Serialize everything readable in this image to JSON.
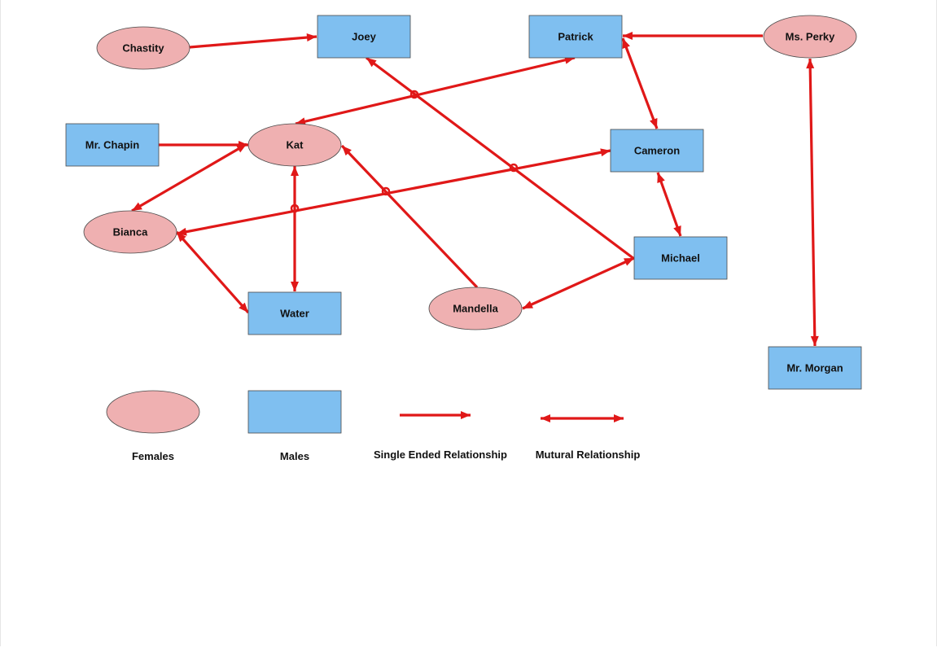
{
  "colors": {
    "female_fill": "#efb0b1",
    "male_fill": "#7fbff0",
    "edge": "#e01818",
    "stroke": "#4a4a4a",
    "text": "#111111"
  },
  "nodes": {
    "chastity": {
      "label": "Chastity",
      "kind": "female"
    },
    "joey": {
      "label": "Joey",
      "kind": "male"
    },
    "patrick": {
      "label": "Patrick",
      "kind": "male"
    },
    "ms_perky": {
      "label": "Ms. Perky",
      "kind": "female"
    },
    "mr_chapin": {
      "label": "Mr. Chapin",
      "kind": "male"
    },
    "kat": {
      "label": "Kat",
      "kind": "female"
    },
    "cameron": {
      "label": "Cameron",
      "kind": "male"
    },
    "bianca": {
      "label": "Bianca",
      "kind": "female"
    },
    "michael": {
      "label": "Michael",
      "kind": "male"
    },
    "water": {
      "label": "Water",
      "kind": "male"
    },
    "mandella": {
      "label": "Mandella",
      "kind": "female"
    },
    "mr_morgan": {
      "label": "Mr. Morgan",
      "kind": "male"
    }
  },
  "edges": [
    {
      "from": "chastity",
      "to": "joey",
      "type": "single"
    },
    {
      "from": "ms_perky",
      "to": "patrick",
      "type": "single"
    },
    {
      "from": "kat",
      "to": "patrick",
      "type": "mutual"
    },
    {
      "from": "patrick",
      "to": "cameron",
      "type": "mutual"
    },
    {
      "from": "mr_chapin",
      "to": "kat",
      "type": "single"
    },
    {
      "from": "michael",
      "to": "joey",
      "type": "single"
    },
    {
      "from": "bianca",
      "to": "cameron",
      "type": "mutual"
    },
    {
      "from": "kat",
      "to": "bianca",
      "type": "mutual"
    },
    {
      "from": "kat",
      "to": "water",
      "type": "mutual"
    },
    {
      "from": "mandella",
      "to": "kat",
      "type": "single"
    },
    {
      "from": "bianca",
      "to": "water",
      "type": "mutual"
    },
    {
      "from": "cameron",
      "to": "michael",
      "type": "mutual"
    },
    {
      "from": "mandella",
      "to": "michael",
      "type": "mutual"
    },
    {
      "from": "ms_perky",
      "to": "mr_morgan",
      "type": "mutual"
    }
  ],
  "legend": {
    "females": "Females",
    "males": "Males",
    "single": "Single Ended Relationship",
    "mutual": "Mutural Relationship"
  }
}
